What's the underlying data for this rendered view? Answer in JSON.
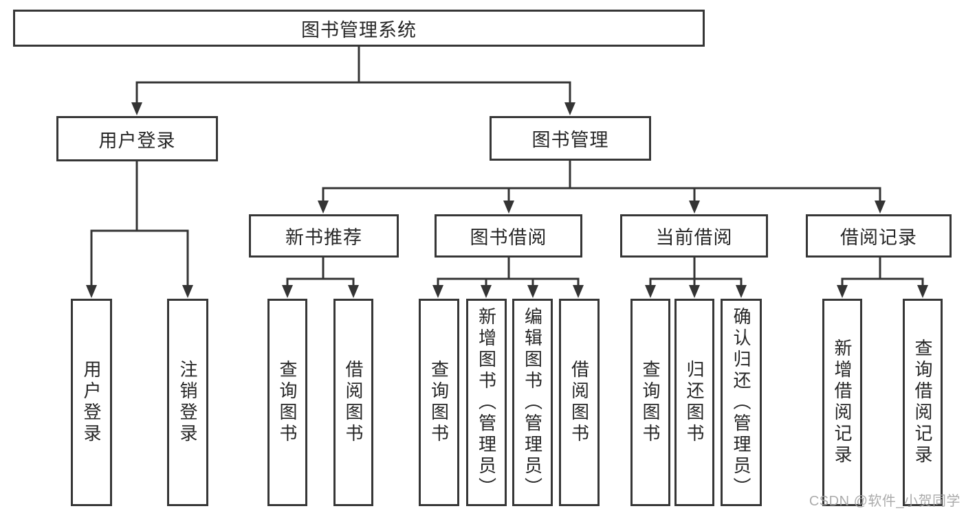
{
  "nodes": {
    "system": "图书管理系统",
    "user_login": "用户登录",
    "book_mgmt": "图书管理",
    "new_books": "新书推荐",
    "book_borrow": "图书借阅",
    "current_borrow": "当前借阅",
    "borrow_records": "借阅记录",
    "login": "用户登录",
    "logout": "注销登录",
    "nb_query": "查询图书",
    "nb_borrow": "借阅图书",
    "bb_query": "查询图书",
    "bb_add": "新增图书（管理员）",
    "bb_edit": "编辑图书（管理员）",
    "bb_borrow": "借阅图书",
    "cb_query": "查询图书",
    "cb_return": "归还图书",
    "cb_confirm": "确认归还（管理员）",
    "br_add": "新增借阅记录",
    "br_query": "查询借阅记录"
  },
  "hierarchy": {
    "图书管理系统": {
      "用户登录": [
        "用户登录",
        "注销登录"
      ],
      "图书管理": {
        "新书推荐": [
          "查询图书",
          "借阅图书"
        ],
        "图书借阅": [
          "查询图书",
          "新增图书（管理员）",
          "编辑图书（管理员）",
          "借阅图书"
        ],
        "当前借阅": [
          "查询图书",
          "归还图书",
          "确认归还（管理员）"
        ],
        "借阅记录": [
          "新增借阅记录",
          "查询借阅记录"
        ]
      }
    }
  },
  "colors": {
    "line": "#343434",
    "border": "#363636",
    "text": "#262626",
    "watermark": "#a3a3a3",
    "background": "#ffffff"
  },
  "watermark": "CSDN @软件_小贺同学"
}
